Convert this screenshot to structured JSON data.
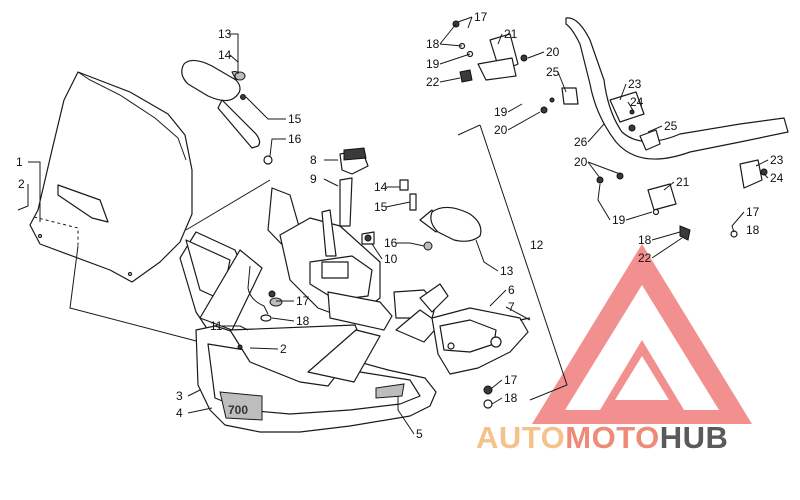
{
  "diagram": {
    "callouts": [
      "1",
      "2",
      "2",
      "3",
      "4",
      "5",
      "6",
      "7",
      "8",
      "9",
      "10",
      "11",
      "12",
      "13",
      "13",
      "14",
      "14",
      "15",
      "15",
      "16",
      "16",
      "17",
      "17",
      "17",
      "17",
      "18",
      "18",
      "18",
      "18",
      "19",
      "19",
      "19",
      "20",
      "20",
      "20",
      "21",
      "21",
      "22",
      "22",
      "23",
      "23",
      "24",
      "24",
      "25",
      "25",
      "26"
    ],
    "model_badge": "700"
  },
  "watermark": {
    "part1": "AUTO",
    "part2": "MOTO",
    "part3": "HUB",
    "colors": {
      "auto": "#f6c28c",
      "moto": "#f08a78",
      "hub": "#5a5a5a",
      "logo": "#f07c7c"
    }
  }
}
